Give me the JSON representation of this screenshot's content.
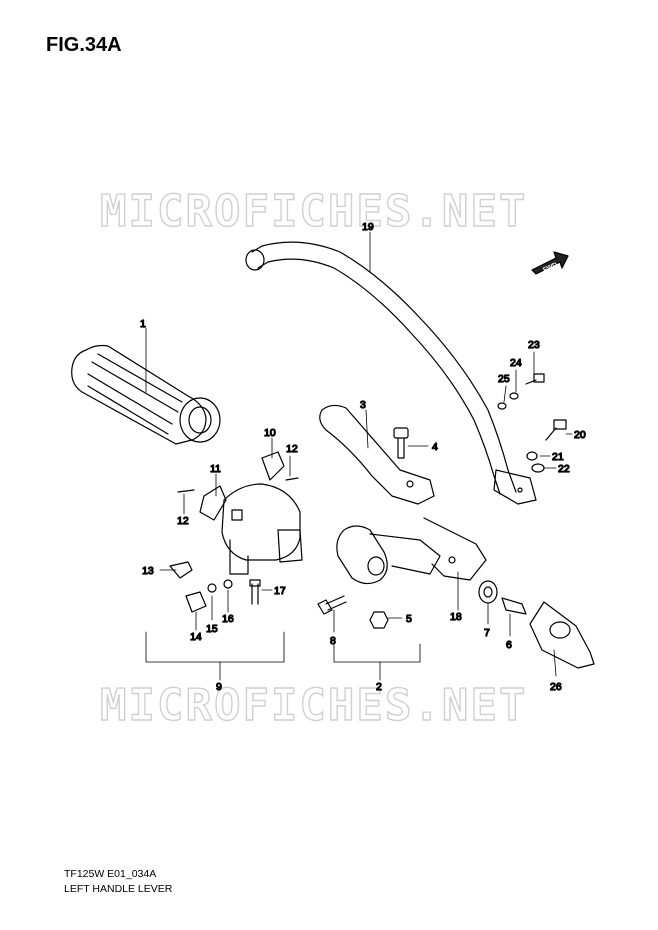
{
  "figure": {
    "title": "FIG.34A"
  },
  "watermark": {
    "text": "MICROFICHES.NET"
  },
  "direction_marker": {
    "text": "FWD"
  },
  "callouts": {
    "c1": "1",
    "c2": "2",
    "c3": "3",
    "c4": "4",
    "c5": "5",
    "c6": "6",
    "c7": "7",
    "c8": "8",
    "c9": "9",
    "c10": "10",
    "c11": "11",
    "c12a": "12",
    "c12b": "12",
    "c13": "13",
    "c14": "14",
    "c15": "15",
    "c16": "16",
    "c17": "17",
    "c18": "18",
    "c19": "19",
    "c20": "20",
    "c21": "21",
    "c22": "22",
    "c23": "23",
    "c24": "24",
    "c25": "25",
    "c26": "26"
  },
  "footer": {
    "code": "TF125W E01_034A",
    "title": "LEFT HANDLE LEVER"
  }
}
